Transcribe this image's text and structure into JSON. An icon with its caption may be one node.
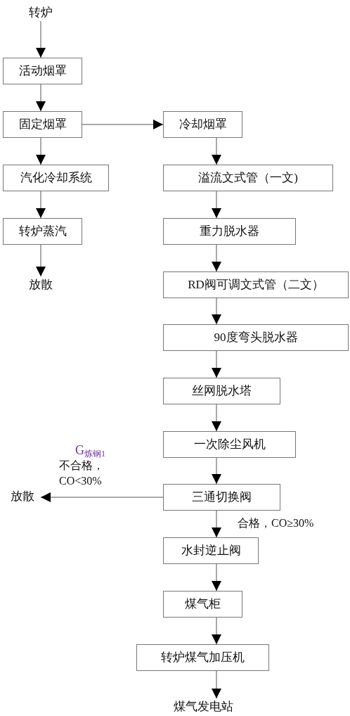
{
  "diagram": {
    "nodes": [
      {
        "text": [
          "转炉"
        ]
      },
      {
        "text": [
          "活动烟罩"
        ]
      },
      {
        "text": [
          "固定烟罩"
        ]
      },
      {
        "text": [
          "冷却烟罩"
        ]
      },
      {
        "text": [
          "汽化冷却系统"
        ]
      },
      {
        "text": [
          "溢流文式管（一文)"
        ]
      },
      {
        "text": [
          "转炉蒸汽"
        ]
      },
      {
        "text": [
          "重力脱水器"
        ]
      },
      {
        "text": [
          "放散"
        ]
      },
      {
        "text": [
          "RD阀可调文式管（二文）"
        ]
      },
      {
        "text": [
          "90度弯头脱水器"
        ]
      },
      {
        "text": [
          "丝网脱水塔"
        ]
      },
      {
        "text": [
          "一次除尘风机"
        ]
      },
      {
        "text": [
          "三通切换阀"
        ]
      },
      {
        "text": [
          "放散"
        ]
      },
      {
        "text": [
          "水封逆止阀"
        ]
      },
      {
        "text": [
          "煤气柜"
        ]
      },
      {
        "text": [
          "转炉煤气加压机"
        ]
      },
      {
        "text": [
          "煤气发电站"
        ]
      }
    ],
    "edges": [
      {
        "from": 0,
        "to": 1,
        "arrow": "to"
      },
      {
        "from": 1,
        "to": 2,
        "arrow": "to"
      },
      {
        "from": 2,
        "to": 3,
        "arrow": "to"
      },
      {
        "from": 2,
        "to": 4,
        "arrow": "to"
      },
      {
        "from": 4,
        "to": 6,
        "arrow": "to"
      },
      {
        "from": 6,
        "to": 8,
        "arrow": "to"
      },
      {
        "from": 3,
        "to": 5,
        "arrow": "to"
      },
      {
        "from": 5,
        "to": 7,
        "arrow": "to"
      },
      {
        "from": 7,
        "to": 9,
        "arrow": "to"
      },
      {
        "from": 9,
        "to": 10,
        "arrow": "to"
      },
      {
        "from": 10,
        "to": 11,
        "arrow": "to"
      },
      {
        "from": 11,
        "to": 12,
        "arrow": "to"
      },
      {
        "from": 12,
        "to": 13,
        "arrow": "to"
      },
      {
        "from": 13,
        "to": 14,
        "arrow": "to",
        "label": "不合格，CO<30%"
      },
      {
        "from": 13,
        "to": 15,
        "arrow": "to",
        "label": "合格，CO≥30%"
      },
      {
        "from": 15,
        "to": 16,
        "arrow": "to"
      },
      {
        "from": 16,
        "to": 17,
        "arrow": "to"
      },
      {
        "from": 17,
        "to": 18,
        "arrow": "to"
      }
    ],
    "labels": [
      "G$_{炼钢1}$"
    ]
  }
}
